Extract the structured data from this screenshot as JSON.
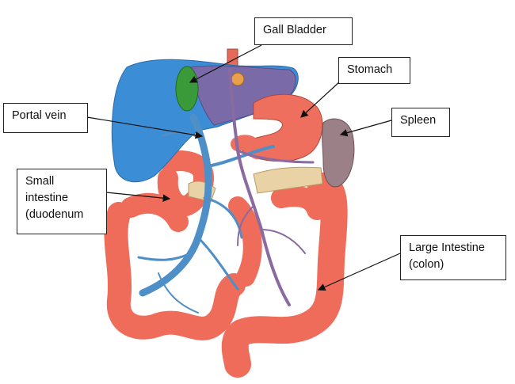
{
  "labels": {
    "gall_bladder": "Gall Bladder",
    "stomach": "Stomach",
    "portal_vein": "Portal vein",
    "spleen": "Spleen",
    "small_intestine": "Small\nintestine\n(duodenum",
    "large_intestine": "Large Intestine\n(colon)"
  },
  "colors": {
    "liver": "#3b8ed6",
    "liver_left_lobe": "#7a6aa8",
    "gall_bladder": "#3a9a3a",
    "stomach": "#ef6f5f",
    "spleen": "#9b8088",
    "intestine": "#ef6b5a",
    "pancreas": "#e9d3a6",
    "portal_vein": "#4f8fc8",
    "mesenteric_artery": "#8a6aa0"
  }
}
